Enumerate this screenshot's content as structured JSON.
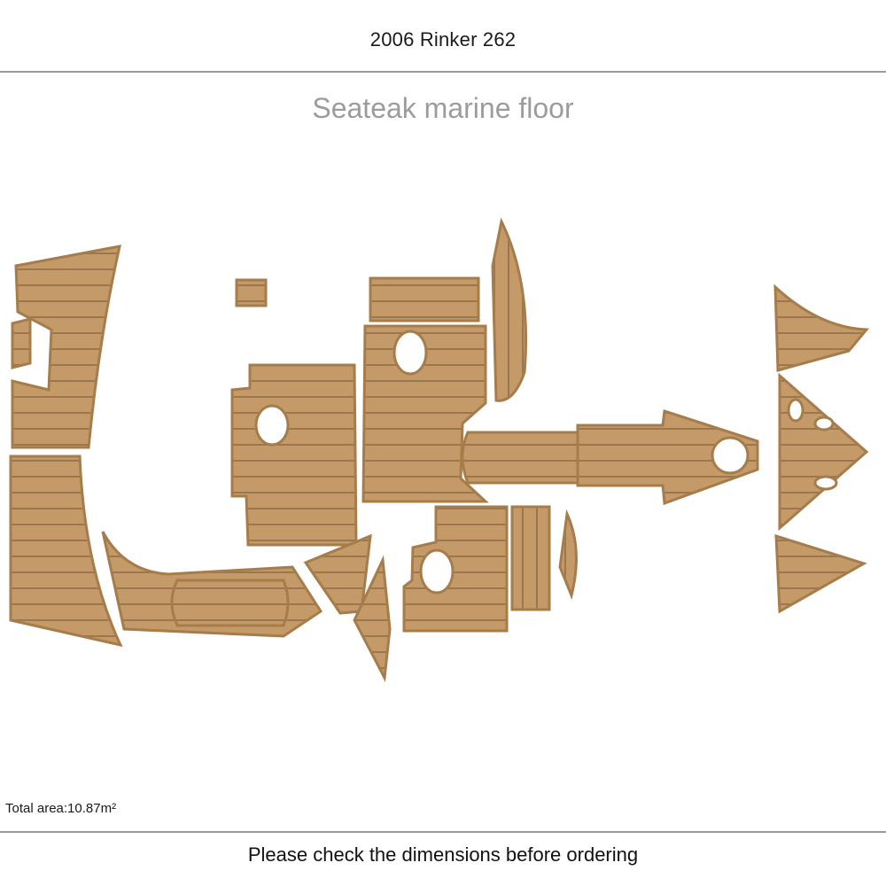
{
  "header": {
    "title": "2006 Rinker  262"
  },
  "subtitle": "Seateak marine floor",
  "total_area": "Total area:10.87m²",
  "footer": "Please check the dimensions before ordering",
  "colors": {
    "teak": "#c49a69",
    "edge": "#a67c4b",
    "groove": "#7a5a36",
    "cutout": "#ffffff"
  }
}
